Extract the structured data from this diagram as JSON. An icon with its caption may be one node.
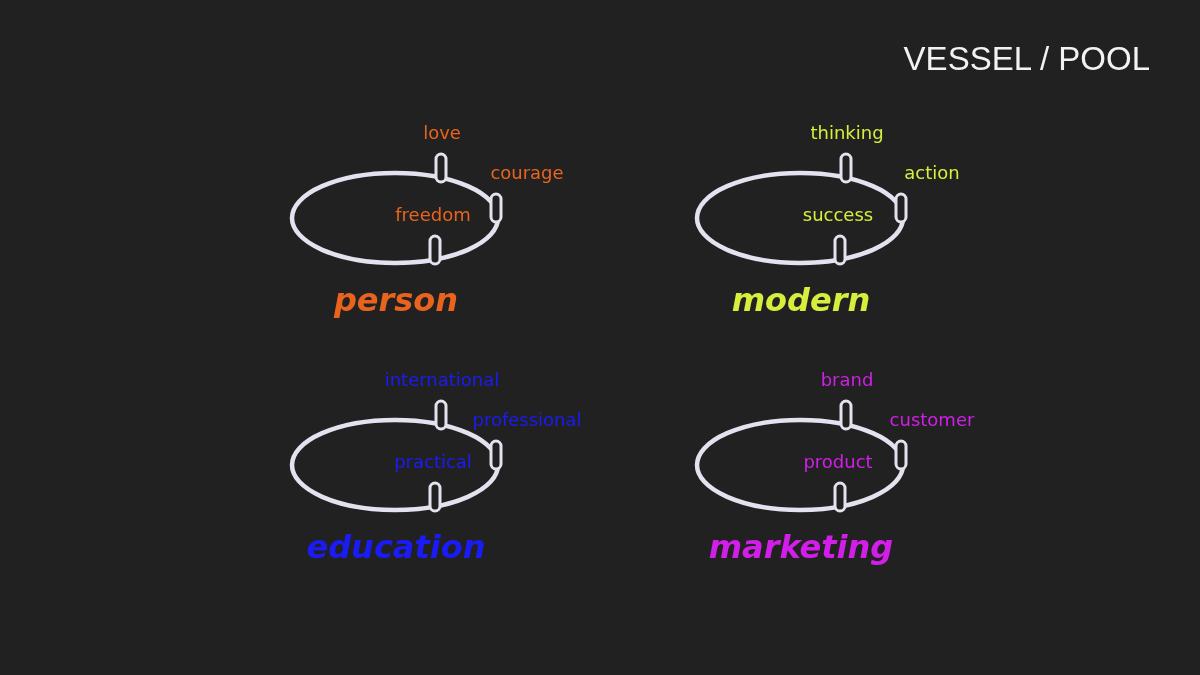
{
  "diagram": {
    "nodes": [
      {
        "text": [
          "love",
          "courage",
          "freedom",
          "person"
        ]
      },
      {
        "text": [
          "thinking",
          "action",
          "success",
          "modern"
        ]
      },
      {
        "text": [
          "international",
          "professional",
          "practical",
          "education"
        ]
      },
      {
        "text": [
          "brand",
          "customer",
          "product",
          "marketing"
        ]
      }
    ],
    "labels": [
      "VESSEL / POOL"
    ]
  }
}
